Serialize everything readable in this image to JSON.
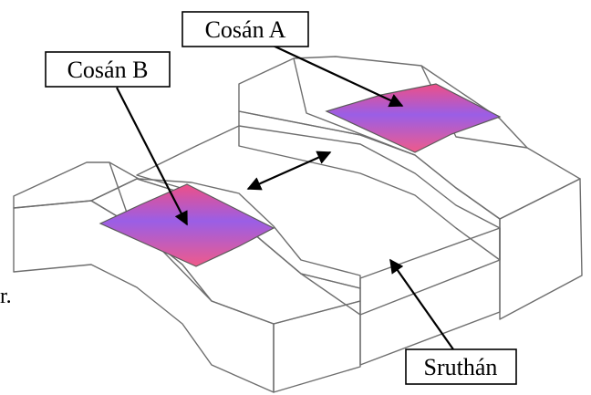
{
  "labels": {
    "electrode_a": "Cosán A",
    "electrode_b": "Cosán B",
    "channel": "Sruthán",
    "fragment": "r."
  },
  "colors": {
    "block_top": "#f2f2f2",
    "block_side": "#c9c9c9",
    "channel_light": "#bfe4fb",
    "channel_mid": "#5cb2ea",
    "channel_dark": "#1f6fb8",
    "pad_pink": "#ee4d86",
    "pad_violet": "#8a5be0"
  }
}
